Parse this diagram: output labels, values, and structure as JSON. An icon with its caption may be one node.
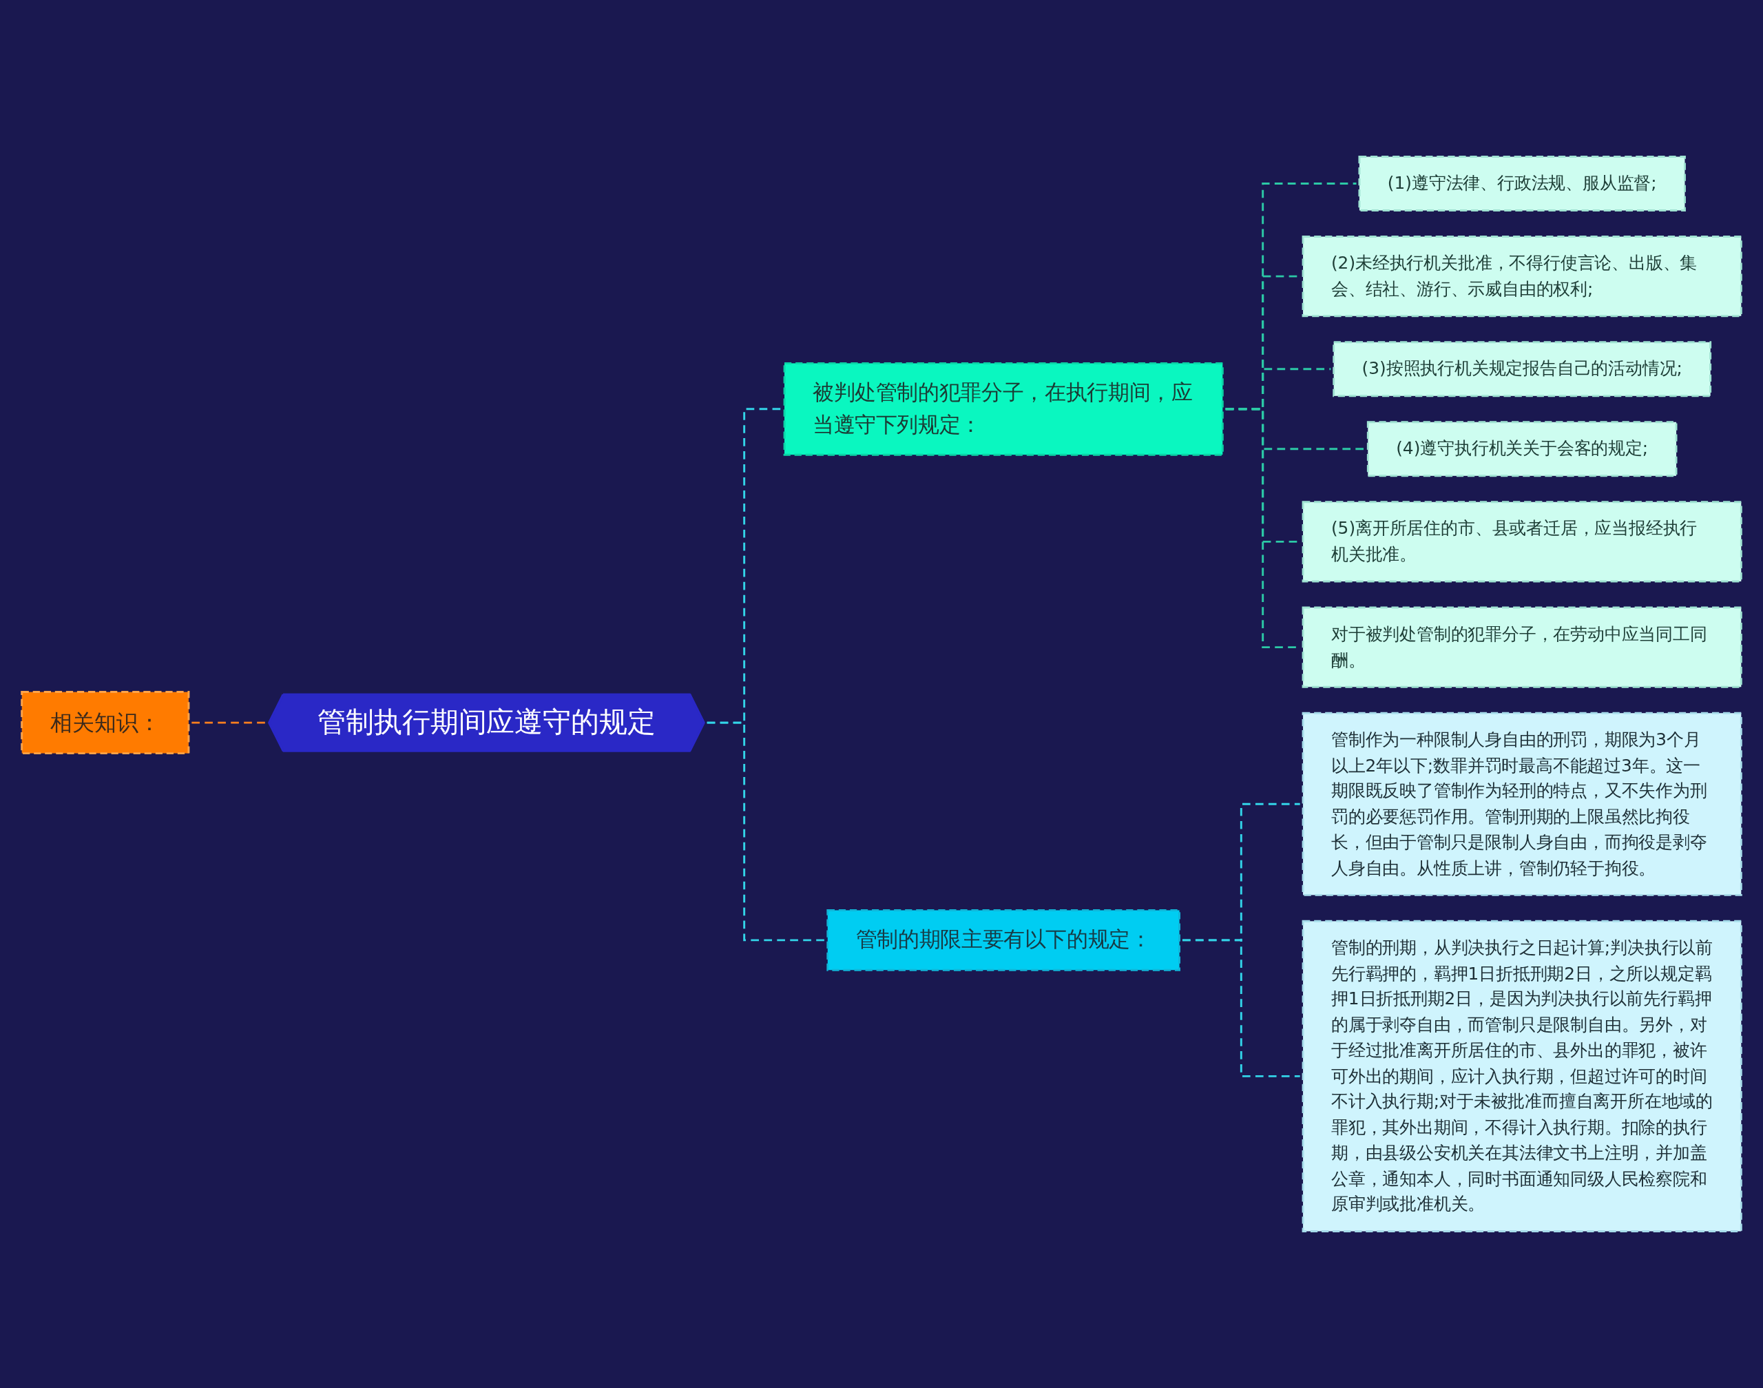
{
  "diagram": {
    "nodes": [
      {
        "text": [
          "相关知识："
        ]
      },
      {
        "text": [
          "管制执行期间应遵守的规定"
        ]
      },
      {
        "text": [
          "被判处管制的犯罪分子，在执行期间，应当遵守下列规定："
        ]
      },
      {
        "text": [
          "(1)遵守法律、行政法规、服从监督;"
        ]
      },
      {
        "text": [
          "(2)未经执行机关批准，不得行使言论、出版、集会、结社、游行、示威自由的权利;"
        ]
      },
      {
        "text": [
          "(3)按照执行机关规定报告自己的活动情况;"
        ]
      },
      {
        "text": [
          "(4)遵守执行机关关于会客的规定;"
        ]
      },
      {
        "text": [
          "(5)离开所居住的市、县或者迁居，应当报经执行机关批准。"
        ]
      },
      {
        "text": [
          "对于被判处管制的犯罪分子，在劳动中应当同工同酬。"
        ]
      },
      {
        "text": [
          "管制的期限主要有以下的规定："
        ]
      },
      {
        "text": [
          "管制作为一种限制人身自由的刑罚，期限为3个月以上2年以下;数罪并罚时最高不能超过3年。这一期限既反映了管制作为轻刑的特点，又不失作为刑罚的必要惩罚作用。管制刑期的上限虽然比拘役长，但由于管制只是限制人身自由，而拘役是剥夺人身自由。从性质上讲，管制仍轻于拘役。"
        ]
      },
      {
        "text": [
          "管制的刑期，从判决执行之日起计算;判决执行以前先行羁押的，羁押1日折抵刑期2日，之所以规定羁押1日折抵刑期2日，是因为判决执行以前先行羁押的属于剥夺自由，而管制只是限制自由。另外，对于经过批准离开所居住的市、县外出的罪犯，被许可外出的期间，应计入执行期，但超过许可的时间不计入执行期;对于未被批准而擅自离开所在地域的罪犯，其外出期间，不得计入执行期。扣除的执行期，由县级公安机关在其法律文书上注明，并加盖公章，通知本人，同时书面通知同级人民检察院和原审判或批准机关。"
        ]
      }
    ],
    "edges": [
      {
        "from": 0,
        "to": 1,
        "arrow": "none",
        "style": "dashed",
        "color": "#ff7f1e"
      },
      {
        "from": 1,
        "to": 2,
        "arrow": "none",
        "style": "dashed",
        "color": "#33d4e8"
      },
      {
        "from": 2,
        "to": 3,
        "arrow": "none",
        "style": "dashed"
      },
      {
        "from": 2,
        "to": 4,
        "arrow": "none",
        "style": "dashed"
      },
      {
        "from": 2,
        "to": 5,
        "arrow": "none",
        "style": "dashed"
      },
      {
        "from": 2,
        "to": 6,
        "arrow": "none",
        "style": "dashed"
      },
      {
        "from": 2,
        "to": 7,
        "arrow": "none",
        "style": "dashed"
      },
      {
        "from": 2,
        "to": 8,
        "arrow": "none",
        "style": "dashed"
      },
      {
        "from": 1,
        "to": 9,
        "arrow": "none",
        "style": "dashed",
        "color": "#33d4e8"
      },
      {
        "from": 9,
        "to": 10,
        "arrow": "none",
        "style": "dashed",
        "color": "#33d4e8"
      },
      {
        "from": 9,
        "to": 11,
        "arrow": "none",
        "style": "dashed",
        "color": "#33d4e8"
      }
    ]
  }
}
